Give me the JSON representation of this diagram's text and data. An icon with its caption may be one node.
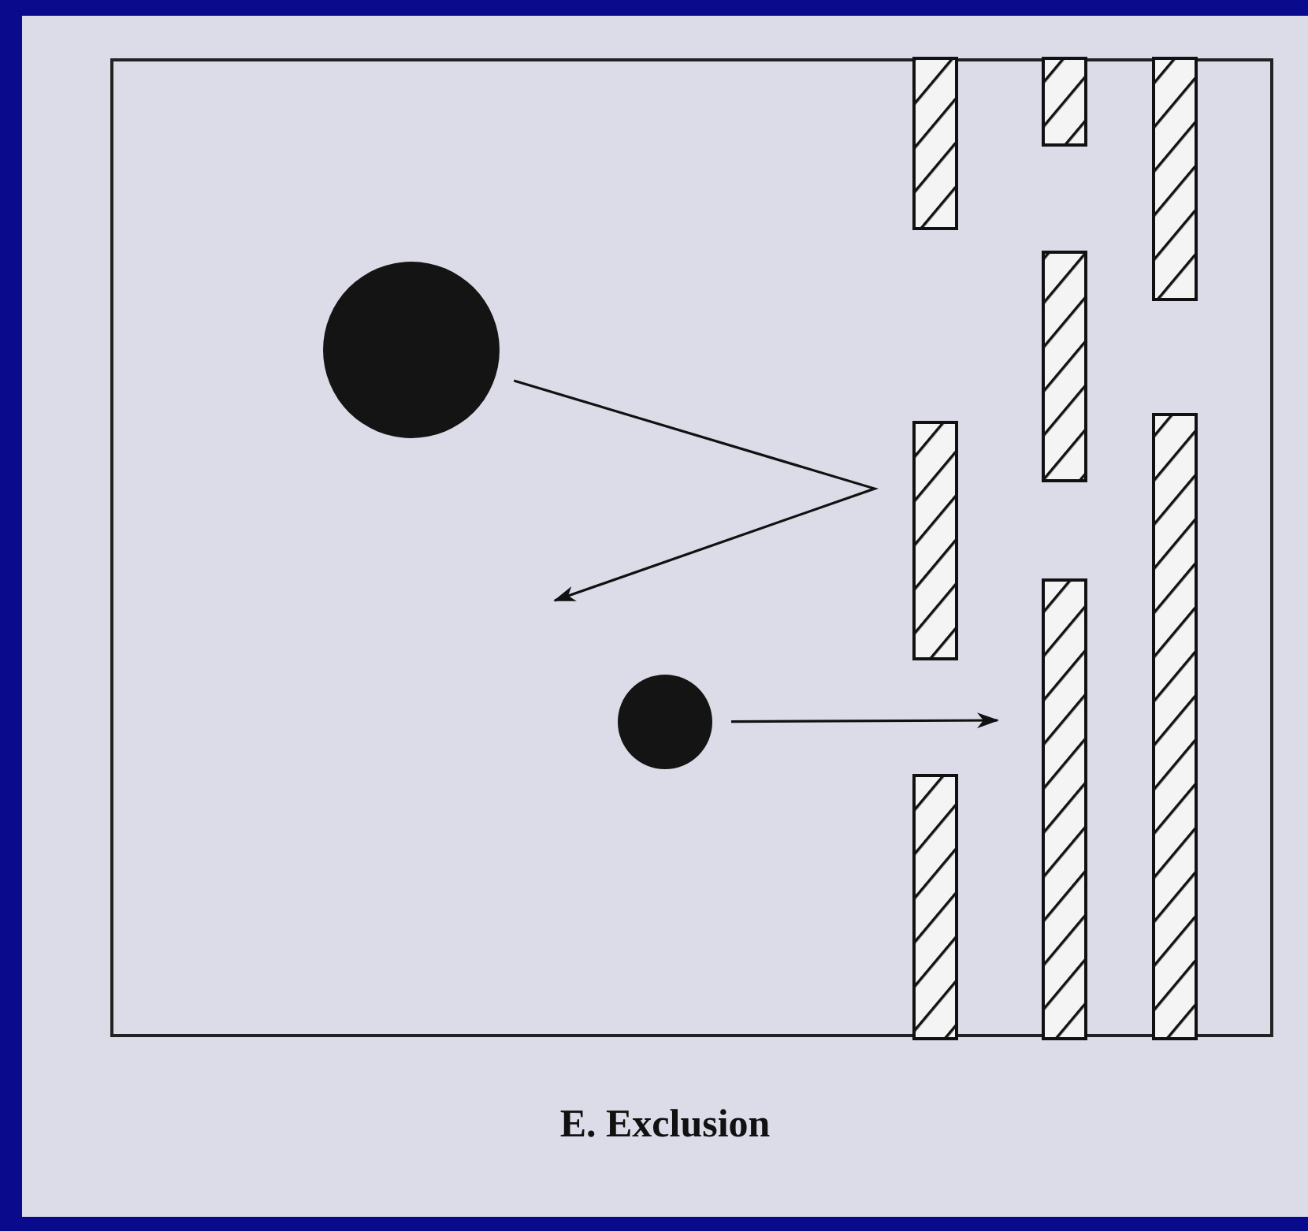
{
  "diagram": {
    "caption": "E. Exclusion",
    "nodes": [
      {
        "text": [],
        "shape": "circle"
      },
      {
        "text": [],
        "shape": "circle"
      }
    ],
    "edges": [
      {
        "from": 0,
        "to": null,
        "arrow": "to"
      },
      {
        "from": 1,
        "to": null,
        "arrow": "to"
      }
    ]
  }
}
